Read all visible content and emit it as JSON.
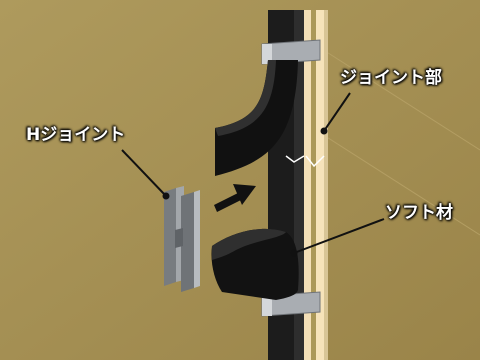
{
  "labels": {
    "h_joint": "Hジョイント",
    "joint_part": "ジョイント部",
    "soft_material": "ソフト材"
  },
  "colors": {
    "background": "#a48f53",
    "profile_black": "#1c1c1c",
    "joint_cream": "#f3dfb7",
    "metal_light": "#a9adb2",
    "metal_dark": "#6f7378",
    "label_text": "#ffffff"
  },
  "icons": [
    "arrow-icon"
  ]
}
